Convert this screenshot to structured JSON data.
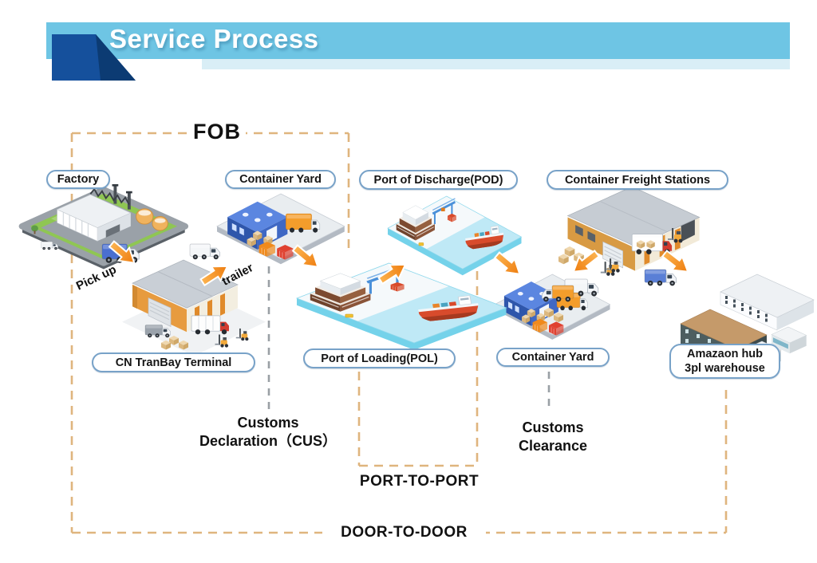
{
  "header": {
    "title": "Service Process"
  },
  "stages": [
    {
      "id": "factory",
      "label": "Factory"
    },
    {
      "id": "container-yard-origin",
      "label": "Container Yard"
    },
    {
      "id": "port-of-discharge",
      "label": "Port of Discharge(POD)"
    },
    {
      "id": "container-freight-stations",
      "label": "Container Freight Stations"
    },
    {
      "id": "cn-tranbay-terminal",
      "label": "CN TranBay Terminal"
    },
    {
      "id": "port-of-loading",
      "label": "Port of Loading(POL)"
    },
    {
      "id": "container-yard-destination",
      "label": "Container Yard"
    },
    {
      "id": "amazon-hub",
      "label": "Amazaon hub",
      "label2": "3pl warehouse"
    }
  ],
  "routes": {
    "fob": "FOB",
    "port_to_port": "PORT-TO-PORT",
    "door_to_door": "DOOR-TO-DOOR"
  },
  "customs": {
    "declaration_line1": "Customs",
    "declaration_line2": "Declaration（CUS）",
    "clearance_line1": "Customs",
    "clearance_line2": "Clearance"
  },
  "transport_labels": {
    "pick_up": "Pick up",
    "trailer": "trailer"
  },
  "colors": {
    "banner": "#6ec5e4",
    "banner_accent": "#15509c",
    "banner_strip": "#d9eef6",
    "route_dash": "#dfb57e",
    "customs_dash": "#9aa0a5",
    "arrow": "#f6921e"
  }
}
